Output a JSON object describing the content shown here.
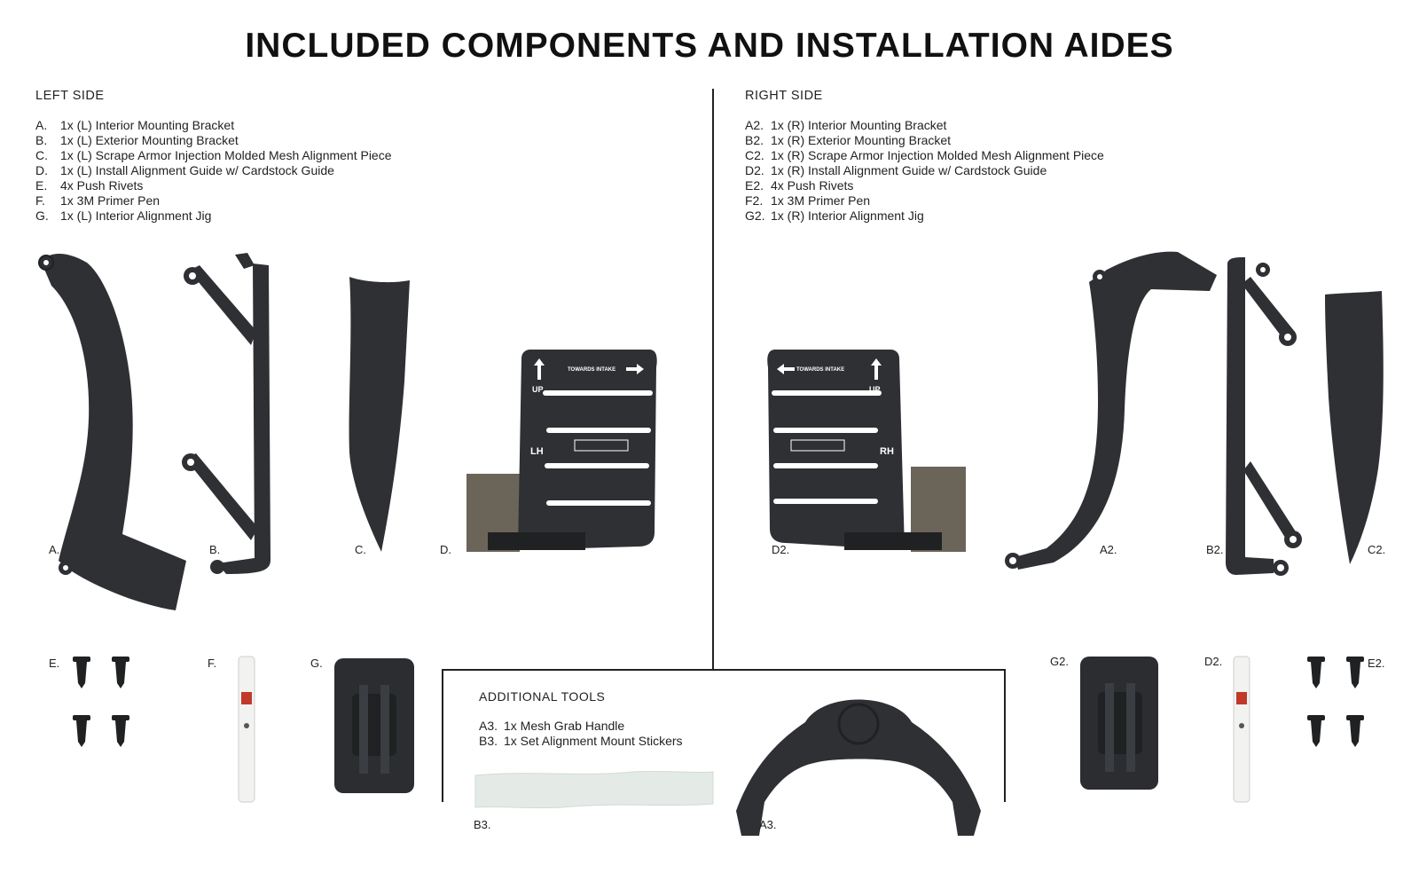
{
  "title": "INCLUDED COMPONENTS AND INSTALLATION AIDES",
  "left": {
    "heading": "LEFT SIDE",
    "items": [
      {
        "key": "A.",
        "text": "1x (L) Interior Mounting Bracket"
      },
      {
        "key": "B.",
        "text": "1x (L) Exterior Mounting Bracket"
      },
      {
        "key": "C.",
        "text": "1x (L) Scrape Armor Injection Molded Mesh Alignment Piece"
      },
      {
        "key": "D.",
        "text": "1x (L) Install Alignment Guide w/ Cardstock Guide"
      },
      {
        "key": "E.",
        "text": "4x Push Rivets"
      },
      {
        "key": "F.",
        "text": "1x 3M Primer Pen"
      },
      {
        "key": "G.",
        "text": "1x (L) Interior Alignment Jig"
      }
    ]
  },
  "right": {
    "heading": "RIGHT SIDE",
    "items": [
      {
        "key": "A2.",
        "text": "1x (R) Interior Mounting Bracket"
      },
      {
        "key": "B2.",
        "text": "1x (R) Exterior Mounting Bracket"
      },
      {
        "key": "C2.",
        "text": "1x (R) Scrape Armor Injection Molded Mesh Alignment Piece"
      },
      {
        "key": "D2.",
        "text": "1x (R) Install Alignment Guide w/ Cardstock Guide"
      },
      {
        "key": "E2.",
        "text": "4x Push Rivets"
      },
      {
        "key": "F2.",
        "text": "1x 3M Primer Pen"
      },
      {
        "key": "G2.",
        "text": "1x (R) Interior Alignment Jig"
      }
    ]
  },
  "tools": {
    "heading": "ADDITIONAL TOOLS",
    "items": [
      {
        "key": "A3.",
        "text": "1x Mesh Grab Handle"
      },
      {
        "key": "B3.",
        "text": "1x Set Alignment Mount Stickers"
      }
    ]
  },
  "labels": {
    "A": "A.",
    "B": "B.",
    "C": "C.",
    "D": "D.",
    "D2": "D2.",
    "A2": "A2.",
    "B2": "B2.",
    "C2": "C2.",
    "E": "E.",
    "F": "F.",
    "G": "G.",
    "G2": "G2.",
    "D2b": "D2.",
    "E2": "E2.",
    "B3": "B3.",
    "A3": "A3."
  },
  "guide_text": {
    "towards": "TOWARDS INTAKE",
    "up": "UP",
    "lh": "LH",
    "rh": "RH"
  },
  "colors": {
    "part": "#2e3033",
    "part_dark": "#1f2123",
    "text": "#222222"
  }
}
